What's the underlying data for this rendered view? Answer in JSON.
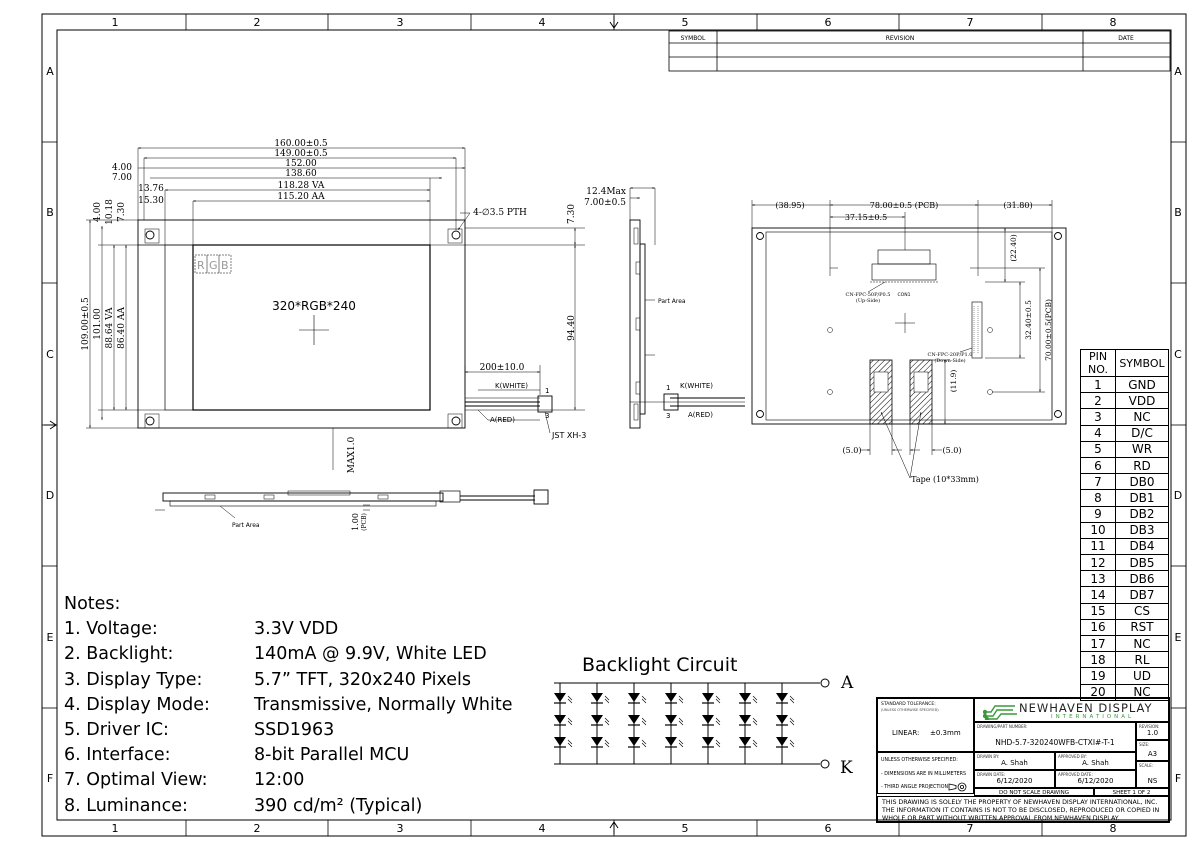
{
  "border": {
    "columns": [
      "1",
      "2",
      "3",
      "4",
      "5",
      "6",
      "7",
      "8"
    ],
    "rows": [
      "A",
      "B",
      "C",
      "D",
      "E",
      "F"
    ]
  },
  "revision_table": {
    "symbol": "SYMBOL",
    "revision": "REVISION",
    "date": "DATE"
  },
  "front_view": {
    "dims_top": [
      "160.00±0.5",
      "149.00±0.5",
      "152.00",
      "138.60",
      "118.28 VA",
      "115.20 AA"
    ],
    "dims_left_small": [
      "4.00",
      "7.00",
      "13.76",
      "15.30"
    ],
    "dims_vert": [
      "4.00",
      "10.18",
      "7.30",
      "109.00±0.5",
      "101.00",
      "88.64 VA",
      "86.40 AA"
    ],
    "hole_label": "4-∅3.5 PTH",
    "dim_right_top": "7.30",
    "dim_right": "94.40",
    "rgb": [
      "R",
      "G",
      "B"
    ],
    "resolution": "320*RGB*240",
    "cable_len": "200±10.0",
    "k_white": "K(WHITE)",
    "a_red": "A(RED)",
    "pin1": "1",
    "pin3": "3",
    "connector": "JST XH-3",
    "max_dim": "MAX1.0"
  },
  "side_view": {
    "dim1": "12.4Max",
    "dim2": "7.00±0.5",
    "part_area": "Part Area",
    "k_white": "K(WHITE)",
    "a_red": "A(RED)",
    "pin1": "1",
    "pin3": "3"
  },
  "bottom_view": {
    "part_area": "Part Area",
    "dim": "1.00",
    "dim_sub": "(PCB)"
  },
  "back_view": {
    "dims_top": [
      "(38.95)",
      "78.00±0.5 (PCB)",
      "(31.80)"
    ],
    "dim_37": "37.15±0.5",
    "fpc1_a": "CN-FPC-50P/P0.5",
    "fpc1_b": "(Up-Side)",
    "con1": "CON1",
    "fpc2_a": "CN-FPC-20P/P1.0",
    "fpc2_b": "(Down-Side)",
    "dim_2240": "(22.40)",
    "dim_3240": "32.40±0.5",
    "dim_7000": "70.00±0.5(PCB)",
    "dim_119": "(11.9)",
    "dim_5a": "(5.0)",
    "dim_5b": "(5.0)",
    "tape": "Tape (10*33mm)"
  },
  "notes": {
    "heading": "Notes:",
    "items": [
      {
        "k": "1. Voltage:",
        "v": "3.3V VDD"
      },
      {
        "k": "2. Backlight:",
        "v": "140mA @ 9.9V, White LED"
      },
      {
        "k": "3. Display Type:",
        "v": "5.7” TFT, 320x240 Pixels"
      },
      {
        "k": "4. Display Mode:",
        "v": "Transmissive, Normally White"
      },
      {
        "k": "5. Driver IC:",
        "v": "SSD1963"
      },
      {
        "k": "6. Interface:",
        "v": "8-bit Parallel MCU"
      },
      {
        "k": "7. Optimal View:",
        "v": "12:00"
      },
      {
        "k": "8. Luminance:",
        "v": "390 cd/m² (Typical)"
      }
    ]
  },
  "backlight": {
    "title": "Backlight Circuit",
    "anode": "A",
    "cathode": "K",
    "led_rows": 3,
    "led_cols": 7
  },
  "pin_table": {
    "headers": [
      "PIN NO.",
      "SYMBOL"
    ],
    "rows": [
      [
        "1",
        "GND"
      ],
      [
        "2",
        "VDD"
      ],
      [
        "3",
        "NC"
      ],
      [
        "4",
        "D/C"
      ],
      [
        "5",
        "WR"
      ],
      [
        "6",
        "RD"
      ],
      [
        "7",
        "DB0"
      ],
      [
        "8",
        "DB1"
      ],
      [
        "9",
        "DB2"
      ],
      [
        "10",
        "DB3"
      ],
      [
        "11",
        "DB4"
      ],
      [
        "12",
        "DB5"
      ],
      [
        "13",
        "DB6"
      ],
      [
        "14",
        "DB7"
      ],
      [
        "15",
        "CS"
      ],
      [
        "16",
        "RST"
      ],
      [
        "17",
        "NC"
      ],
      [
        "18",
        "RL"
      ],
      [
        "19",
        "UD"
      ],
      [
        "20",
        "NC"
      ]
    ]
  },
  "title_block": {
    "std_tol": "STANDARD TOLERANCE:",
    "std_tol2": "(UNLESS OTHERWISE SPECIFIED)",
    "linear_label": "LINEAR:",
    "linear_val": "±0.3mm",
    "company": "NEWHAVEN DISPLAY",
    "company_sub": "INTERNATIONAL",
    "drawing_label": "DRAWING/PART NUMBER:",
    "part_number": "NHD-5.7-320240WFB-CTXI#-T-1",
    "revision_label": "REVISION:",
    "revision": "1.0",
    "unless": "UNLESS OTHERWISE SPECIFIED:",
    "dims_mm": "- DIMENSIONS ARE IN MILLIMETERS",
    "third_angle": "- THIRD ANGLE PROJECTION",
    "drawn_by_label": "DRAWN BY:",
    "drawn_by": "A. Shah",
    "approved_by_label": "APPROVED BY:",
    "approved_by": "A. Shah",
    "size_label": "SIZE:",
    "size": "A3",
    "drawn_date_label": "DRAWN DATE:",
    "drawn_date": "6/12/2020",
    "approved_date_label": "APPROVED DATE:",
    "approved_date": "6/12/2020",
    "scale_label": "SCALE:",
    "scale": "NS",
    "no_scale": "DO NOT SCALE DRAWING",
    "sheet": "SHEET 1 OF 2",
    "disclaimer": [
      "THIS DRAWING IS SOLELY THE PROPERTY OF NEWHAVEN DISPLAY INTERNATIONAL, INC.",
      "THE INFORMATION IT CONTAINS IS NOT TO BE DISCLOSED, REPRODUCED OR COPIED IN",
      "WHOLE OR PART WITHOUT WRITTEN APPROVAL FROM NEWHAVEN DISPLAY."
    ]
  }
}
